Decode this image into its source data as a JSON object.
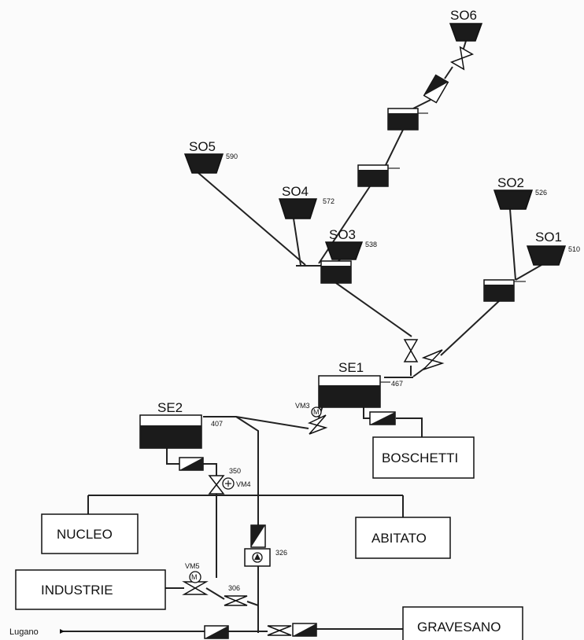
{
  "sources": {
    "so1": {
      "label": "SO1",
      "elev": "510"
    },
    "so2": {
      "label": "SO2",
      "elev": "526"
    },
    "so3": {
      "label": "SO3",
      "elev": "538"
    },
    "so4": {
      "label": "SO4",
      "elev": "572"
    },
    "so5": {
      "label": "SO5",
      "elev": "590"
    },
    "so6": {
      "label": "SO6",
      "elev": ""
    }
  },
  "reservoirs": {
    "se1": {
      "label": "SE1",
      "elev": "467"
    },
    "se2": {
      "label": "SE2",
      "elev": "407"
    }
  },
  "valves": {
    "vm3": "VM3",
    "vm4": "VM4",
    "vm5": "VM5",
    "m_symbol": "M"
  },
  "elevations": {
    "e350": "350",
    "e326": "326",
    "e306": "306"
  },
  "consumers": {
    "boschetti": "BOSCHETTI",
    "nucleo": "NUCLEO",
    "abitato": "ABITATO",
    "industrie": "INDUSTRIE",
    "gravesano": "GRAVESANO"
  },
  "external": {
    "lugano": "Lugano"
  }
}
